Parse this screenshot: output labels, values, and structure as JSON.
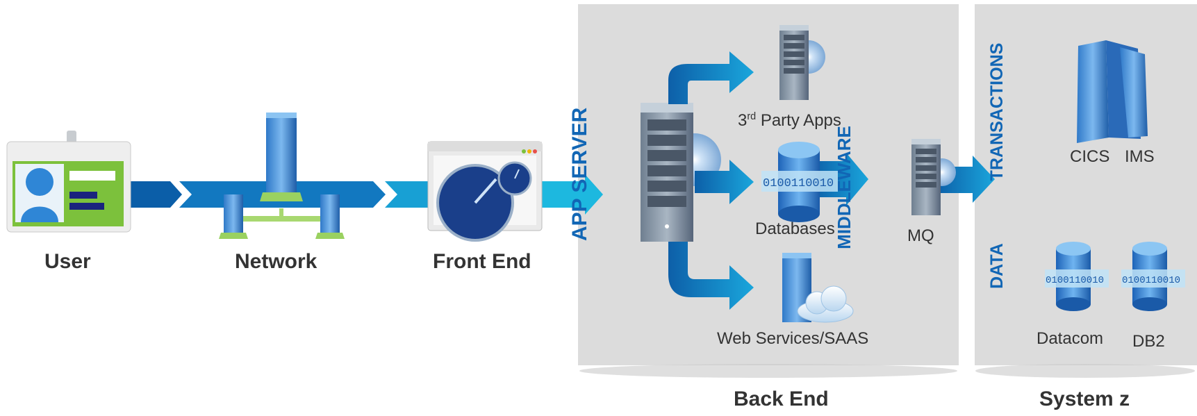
{
  "stages": {
    "user": "User",
    "network": "Network",
    "front_end": "Front End",
    "back_end": "Back End",
    "system_z": "System z"
  },
  "back_end_panel": {
    "app_server": "APP SERVER",
    "middleware": "MIDDLEWARE",
    "third_party_prefix": "3",
    "third_party_sup": "rd",
    "third_party_suffix": " Party Apps",
    "databases": "Databases",
    "web_services": "Web Services/SAAS",
    "mq": "MQ",
    "binary_text": "0100110010"
  },
  "system_z_panel": {
    "transactions": "TRANSACTIONS",
    "data": "DATA",
    "cics": "CICS",
    "ims": "IMS",
    "datacom": "Datacom",
    "db2": "DB2"
  },
  "colors": {
    "panel": "#dcdcdc",
    "accent_blue": "#1166b5",
    "flow_dark": "#0b5ea8",
    "flow_light": "#1ab3d9",
    "badge_green": "#7cc13c"
  },
  "icons": [
    "id-badge-icon",
    "network-server-icon",
    "speedometer-window-icon",
    "server-tower-icon",
    "disc-icon",
    "database-icon",
    "cloud-icon",
    "mainframe-icon"
  ]
}
